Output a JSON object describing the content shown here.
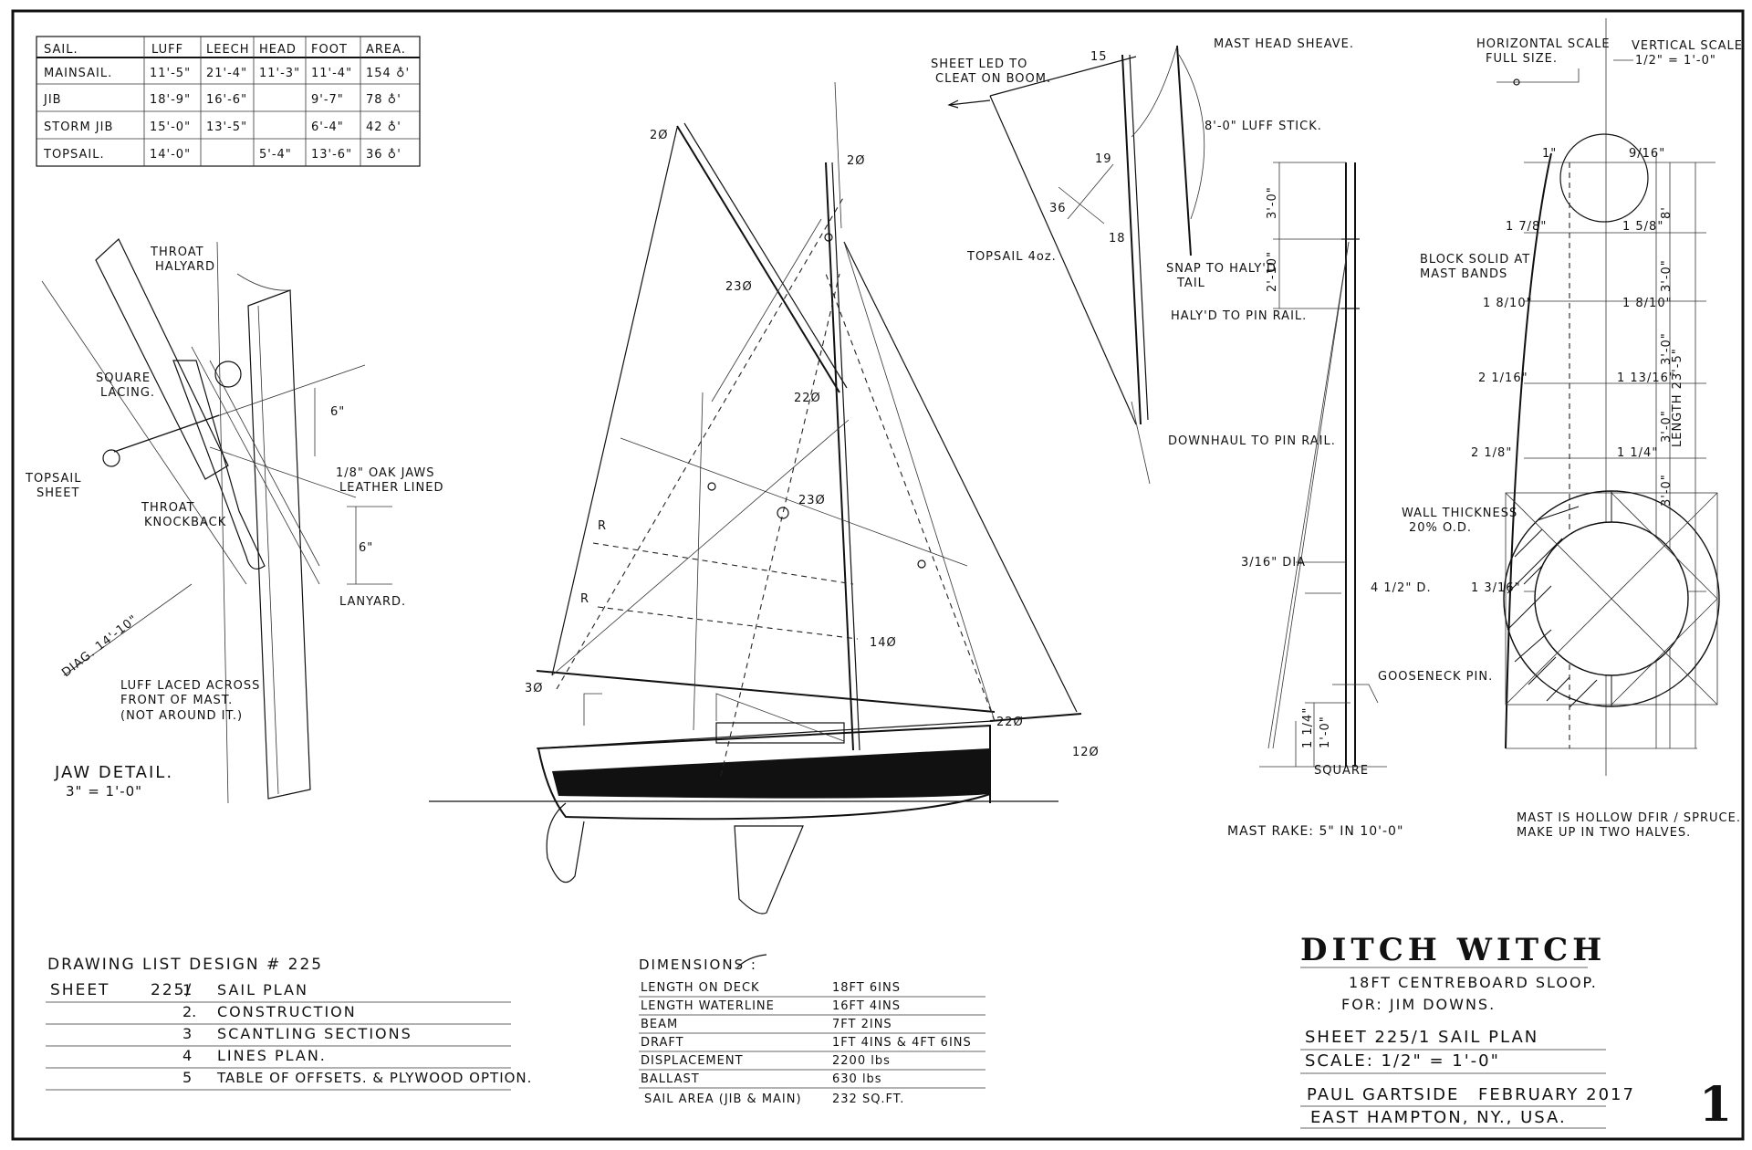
{
  "sail_table": {
    "headers": [
      "SAIL.",
      "LUFF",
      "LEECH",
      "HEAD",
      "FOOT",
      "AREA."
    ],
    "rows": [
      [
        "MAINSAIL.",
        "11'-5\"",
        "21'-4\"",
        "11'-3\"",
        "11'-4\"",
        "154 ♁'"
      ],
      [
        "JIB",
        "18'-9\"",
        "16'-6\"",
        "",
        "9'-7\"",
        "78 ♁'"
      ],
      [
        "STORM JIB",
        "15'-0\"",
        "13'-5\"",
        "",
        "6'-4\"",
        "42 ♁'"
      ],
      [
        "TOPSAIL.",
        "14'-0\"",
        "",
        "5'-4\"",
        "13'-6\"",
        "36 ♁'"
      ]
    ]
  },
  "jaw_detail": {
    "throat_halyard": [
      "THROAT",
      "HALYARD"
    ],
    "square_lacing": [
      "SQUARE",
      "LACING."
    ],
    "topsail_sheet": [
      "TOPSAIL",
      "SHEET"
    ],
    "throat_knockback": [
      "THROAT",
      "KNOCKBACK"
    ],
    "oak_jaws": [
      "1/8\" OAK JAWS",
      "LEATHER LINED"
    ],
    "lanyard": "LANYARD.",
    "dim_6a": "6\"",
    "dim_6b": "6\"",
    "diag": "DIAG. 14'-10\"",
    "luff_laced": [
      "LUFF LACED ACROSS",
      "FRONT OF MAST.",
      "(NOT AROUND IT.)"
    ],
    "title": "JAW DETAIL.",
    "scale": "3\" = 1'-0\""
  },
  "sail_plan": {
    "labels": {
      "l_28a": "2Ø",
      "l_20": "2Ø",
      "l_238": "23Ø",
      "l_232": "23Ø",
      "l_225": "22Ø",
      "l_14": "14Ø",
      "l_r1": "R",
      "l_r2": "R",
      "l_3": "3Ø",
      "l_22": "22Ø",
      "l_12": "12Ø"
    }
  },
  "topsail": {
    "masthead_sheave": "MAST HEAD SHEAVE.",
    "sheet_led": [
      "SHEET LED TO",
      "CLEAT ON BOOM."
    ],
    "luff_stick": "8'-0\" LUFF STICK.",
    "topsail_4oz": "TOPSAIL 4oz.",
    "snap_tail": [
      "SNAP TO HALY'D",
      "TAIL"
    ],
    "halyd_pin": "HALY'D TO PIN RAIL.",
    "downhaul": "DOWNHAUL TO PIN RAIL.",
    "d_15": "15",
    "d_19": "19",
    "d_18": "18",
    "d_36": "36"
  },
  "mast": {
    "horizontal_scale": [
      "HORIZONTAL SCALE",
      "FULL SIZE."
    ],
    "vertical_scale": [
      "VERTICAL SCALE",
      "1/2\" = 1'-0\""
    ],
    "block_solid": [
      "BLOCK SOLID AT",
      "MAST BANDS"
    ],
    "wall_thickness": [
      "WALL THICKNESS",
      "20% O.D."
    ],
    "gooseneck": "GOOSENECK PIN.",
    "squared": "SQUARE",
    "dia_316": "3/16\" DIA",
    "d_412": "4 1/2\" D.",
    "mast_rake": "MAST RAKE: 5\" IN 10'-0\"",
    "hollow": [
      "MAST IS HOLLOW DFIR / SPRUCE.",
      "MAKE UP IN TWO HALVES."
    ],
    "length": "LENGTH 23'-5\"",
    "dims": {
      "v_30a": "3'-0\"",
      "v_210": "2'-10\"",
      "v_10": "1'-0\"",
      "v_14": "1 1/4\"",
      "s_1": "1\"",
      "s_916": "9/16\"",
      "s_178": "1 7/8\"",
      "s_158": "1 5/8\"",
      "s_18a": "1 8/10\"",
      "s_18b": "1 8/10\"",
      "s_216": "2 1/16\"",
      "s_1316": "1 13/16\"",
      "s_218": "2 1/8\"",
      "s_14": "1 1/4\"",
      "s_136": "1 3/16\"",
      "r_3a": "3'-0\"",
      "r_3b": "3'-0\"",
      "r_3c": "3'-0\"",
      "r_3d": "3'-0\"",
      "r_8": "8'"
    }
  },
  "drawing_list": {
    "title": "DRAWING LIST DESIGN # 225",
    "sheet_label": "SHEET",
    "sheet_no": "225/",
    "items": [
      {
        "no": "1",
        "name": "SAIL PLAN"
      },
      {
        "no": "2.",
        "name": "CONSTRUCTION"
      },
      {
        "no": "3",
        "name": "SCANTLING SECTIONS"
      },
      {
        "no": "4",
        "name": "LINES PLAN."
      },
      {
        "no": "5",
        "name": "TABLE OF OFFSETS. & PLYWOOD OPTION."
      }
    ]
  },
  "dimensions": {
    "title": "DIMENSIONS :",
    "rows": [
      {
        "label": "LENGTH ON DECK",
        "value": "18FT 6INS"
      },
      {
        "label": "LENGTH WATERLINE",
        "value": "16FT 4INS"
      },
      {
        "label": "BEAM",
        "value": "7FT 2INS"
      },
      {
        "label": "DRAFT",
        "value": "1FT 4INS & 4FT 6INS"
      },
      {
        "label": "DISPLACEMENT",
        "value": "2200 lbs"
      },
      {
        "label": "BALLAST",
        "value": "630 lbs"
      },
      {
        "label": "SAIL AREA (JIB & MAIN)",
        "value": "232 SQ.FT."
      }
    ]
  },
  "title_block": {
    "name": "DITCH WITCH",
    "subtitle": "18FT CENTREBOARD SLOOP.",
    "for": "FOR: JIM DOWNS.",
    "sheet": "SHEET  225/1  SAIL PLAN",
    "scale": "SCALE:  1/2\" = 1'-0\"",
    "designer": "PAUL GARTSIDE",
    "date": "FEBRUARY 2017",
    "location": "EAST HAMPTON, NY., USA.",
    "sheet_number": "1"
  }
}
